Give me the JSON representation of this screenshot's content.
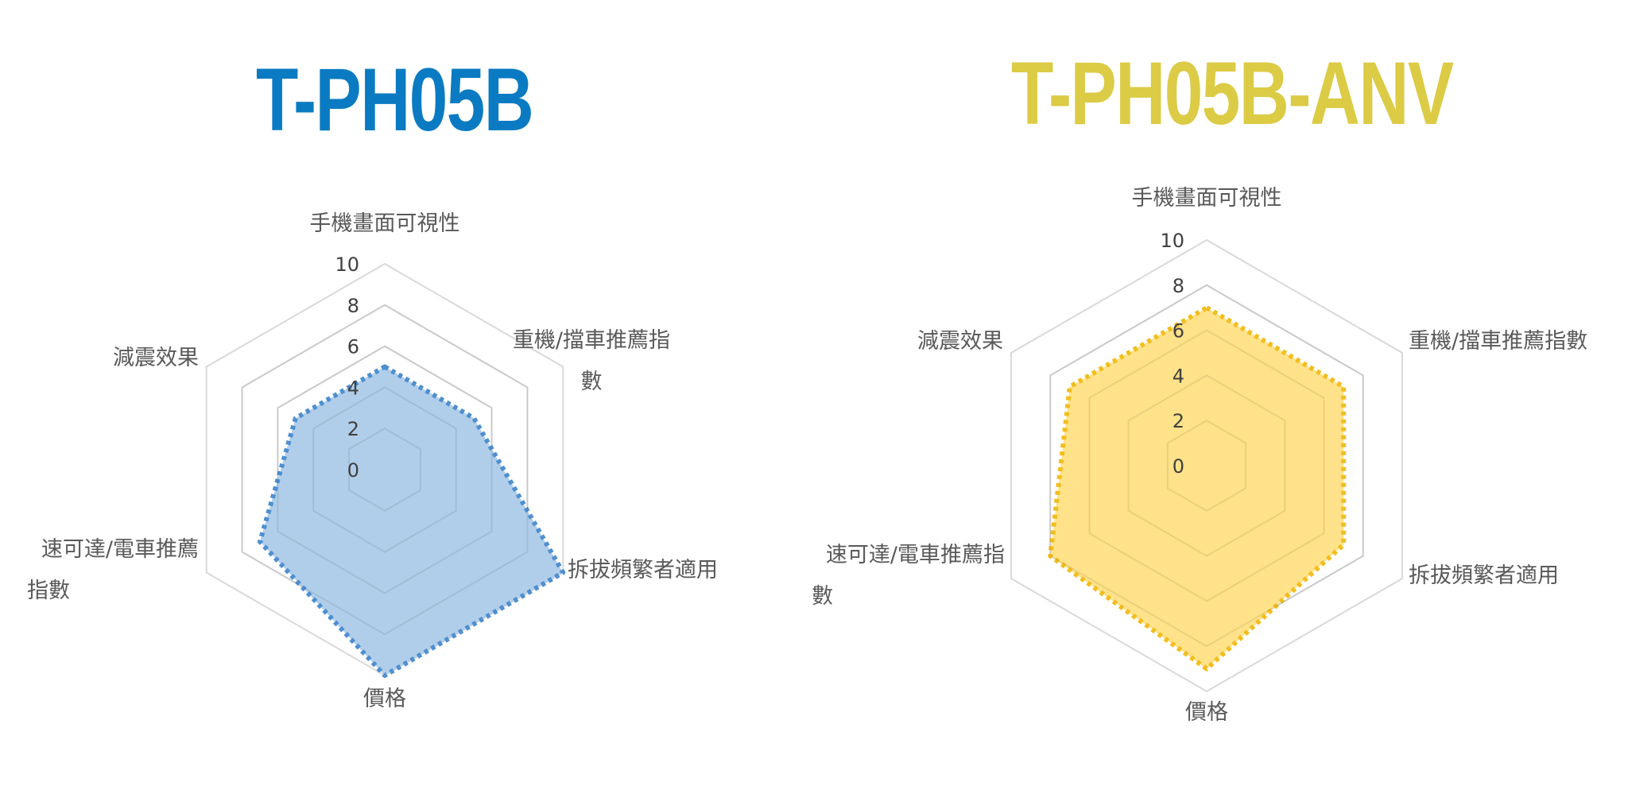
{
  "titles": {
    "left": "T-PH05B",
    "right": "T-PH05B-ANV"
  },
  "colors": {
    "left_title": "#0A7BC2",
    "right_title": "#DCCB45",
    "left_fill": "#A9CAE8",
    "left_line": "#4F8FD0",
    "right_fill": "#FFE07F",
    "right_line": "#F2BE1E",
    "grid": "#D9D9D9"
  },
  "chart_data": [
    {
      "type": "radar",
      "title": "T-PH05B",
      "categories": [
        "手機畫面可視性",
        "重機/擋車推薦指數",
        "拆拔頻繁者適用",
        "價格",
        "速可達/電車推薦指數",
        "減震效果"
      ],
      "category_display": [
        [
          "手機畫面可視性"
        ],
        [
          "重機/擋車推薦指",
          "數"
        ],
        [
          "拆拔頻繁者適用"
        ],
        [
          "價格"
        ],
        [
          "速可達/電車推薦",
          "指數"
        ],
        [
          "減震效果"
        ]
      ],
      "series": [
        {
          "name": "T-PH05B",
          "values": [
            5,
            5,
            10,
            10,
            7,
            5
          ]
        }
      ],
      "ticks": [
        0,
        2,
        4,
        6,
        8,
        10
      ],
      "rlim": [
        0,
        10
      ],
      "grid": true,
      "legend": "none",
      "line_style": "dotted"
    },
    {
      "type": "radar",
      "title": "T-PH05B-ANV",
      "categories": [
        "手機畫面可視性",
        "重機/擋車推薦指數",
        "拆拔頻繁者適用",
        "價格",
        "速可達/電車推薦指數",
        "減震效果"
      ],
      "category_display": [
        [
          "手機畫面可視性"
        ],
        [
          "重機/擋車推薦指數"
        ],
        [
          "拆拔頻繁者適用"
        ],
        [
          "價格"
        ],
        [
          "速可達/電車推薦指",
          "數"
        ],
        [
          "減震效果"
        ]
      ],
      "series": [
        {
          "name": "T-PH05B-ANV",
          "values": [
            7,
            7,
            7,
            9,
            8,
            7
          ]
        }
      ],
      "ticks": [
        0,
        2,
        4,
        6,
        8,
        10
      ],
      "rlim": [
        0,
        10
      ],
      "grid": true,
      "legend": "none",
      "line_style": "dotted"
    }
  ]
}
